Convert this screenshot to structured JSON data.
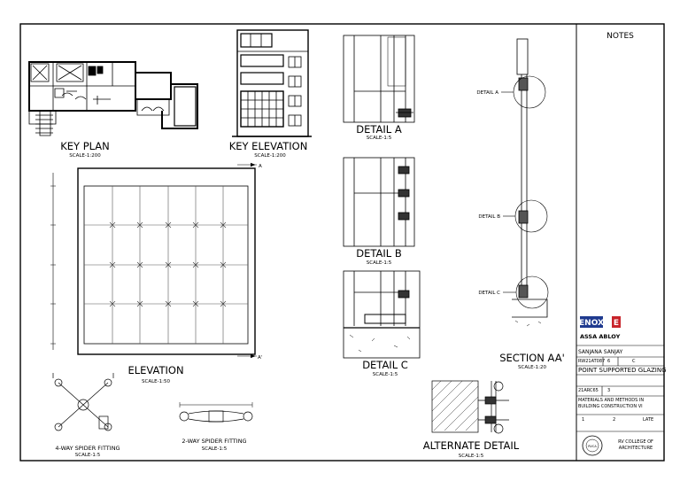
{
  "sheet": {
    "drawings": {
      "key_plan": {
        "title": "KEY PLAN",
        "scale": "SCALE-1:200"
      },
      "key_elevation": {
        "title": "KEY ELEVATION",
        "scale": "SCALE-1:200"
      },
      "elevation": {
        "title": "ELEVATION",
        "scale": "SCALE-1:50",
        "section_marker": "A",
        "section_marker_bottom": "A'"
      },
      "detail_a": {
        "title": "DETAIL A",
        "scale": "SCALE-1:5"
      },
      "detail_b": {
        "title": "DETAIL B",
        "scale": "SCALE-1:5"
      },
      "detail_c": {
        "title": "DETAIL C",
        "scale": "SCALE-1:5"
      },
      "section_aa": {
        "title": "SECTION AA'",
        "scale": "SCALE-1:20",
        "callouts": [
          "DETAIL A",
          "DETAIL B",
          "DETAIL C"
        ]
      },
      "spider_4way": {
        "title": "4-WAY SPIDER FITTING",
        "scale": "SCALE-1:5"
      },
      "spider_2way": {
        "title": "2-WAY SPIDER FITTING",
        "scale": "SCALE-1:5"
      },
      "alternate_detail": {
        "title": "ALTERNATE DETAIL",
        "scale": "SCALE-1:5"
      }
    },
    "title_block": {
      "notes_heading": "NOTES",
      "logo_brand": "ENOX",
      "logo_brand_mark": "E",
      "logo_sub": "ASSA ABLOY",
      "student_name": "SANJANA SANJAY",
      "usn": "RW21AT087",
      "semester": "6",
      "section": "C",
      "sheet_title": "POINT SUPPORTED GLAZING",
      "course_code": "21ARC65",
      "sheet_no": "3",
      "subject_line1": "MATERIALS AND METHODS IN",
      "subject_line2": "BUILDING CONSTRUCTION VI",
      "marks_cols": [
        "1",
        "2",
        "LATE"
      ],
      "college_line1": "RV COLLEGE OF",
      "college_line2": "ARCHITECTURE",
      "seal_text": "RVCA"
    }
  }
}
